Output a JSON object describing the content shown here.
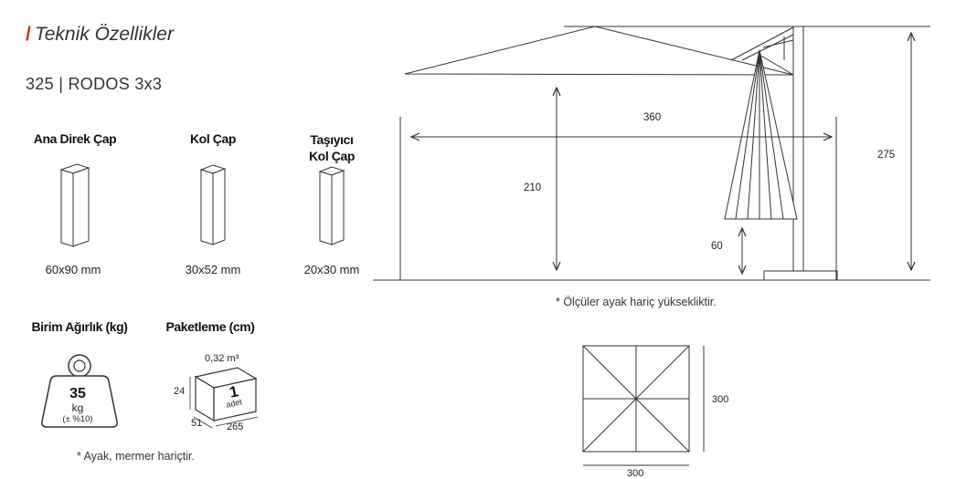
{
  "header": {
    "title": "Teknik Özellikler",
    "model": "325 | RODOS 3x3"
  },
  "profiles": [
    {
      "label": "Ana Direk Çap",
      "size": "60x90 mm"
    },
    {
      "label": "Kol Çap",
      "size": "30x52 mm"
    },
    {
      "label": "Taşıyıcı Kol Çap",
      "label_line1": "Taşıyıcı",
      "label_line2": "Kol Çap",
      "size": "20x30 mm"
    }
  ],
  "weight": {
    "heading": "Birim Ağırlık (kg)",
    "value": "35",
    "unit": "kg",
    "tolerance": "(± %10)",
    "note": "* Ayak, mermer hariçtir."
  },
  "package": {
    "heading": "Paketleme (cm)",
    "volume": "0,32 m³",
    "height": "24",
    "depth": "51",
    "width": "265",
    "count": "1",
    "count_unit": "adet"
  },
  "side_view": {
    "width": "360",
    "height_total": "275",
    "height_clear": "210",
    "height_closed": "60",
    "note": "* Ölçüler ayak hariç yüksekliktir."
  },
  "top_view": {
    "width": "300",
    "depth": "300"
  },
  "colors": {
    "accent": "#d8262e",
    "line": "#333333"
  }
}
